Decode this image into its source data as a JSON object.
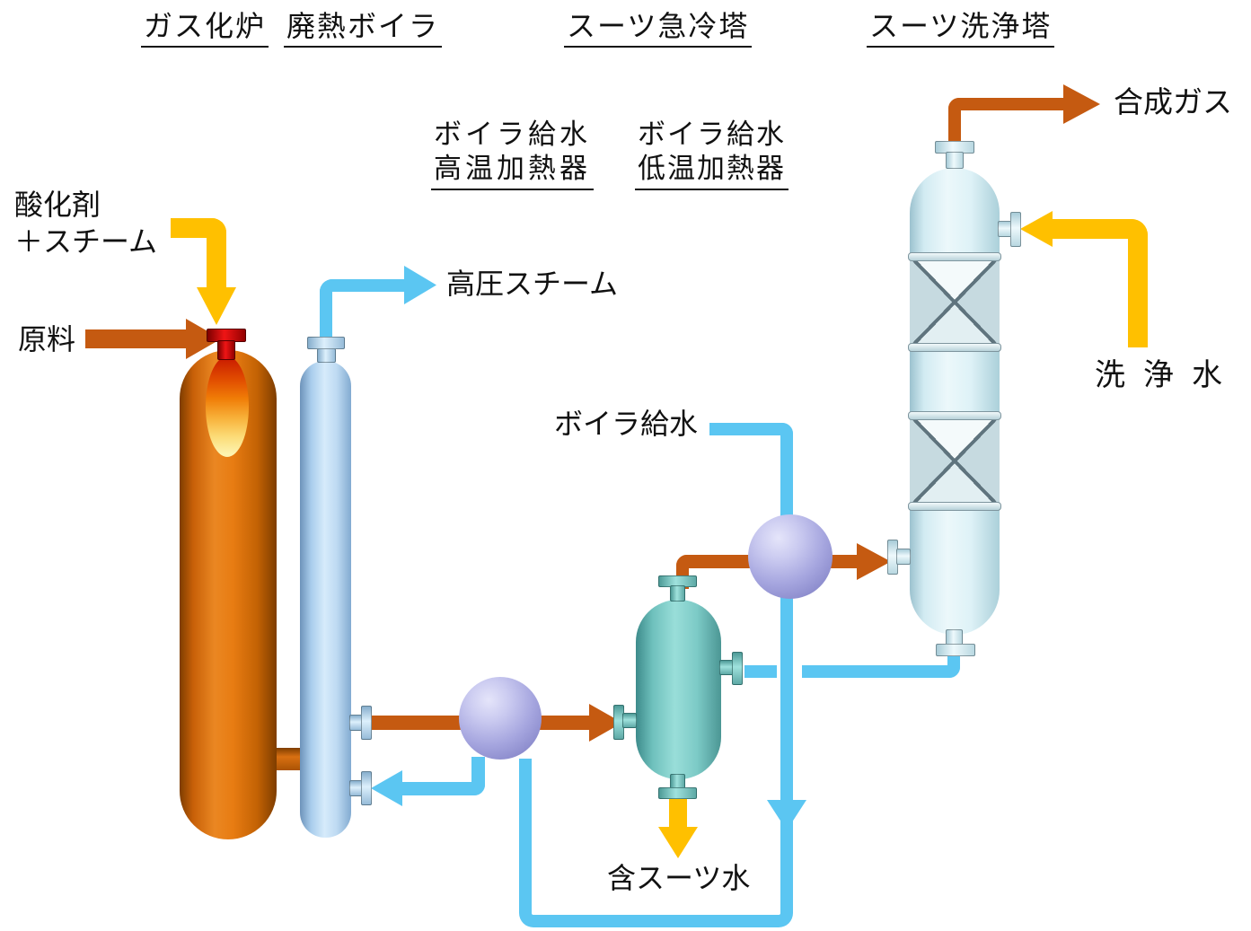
{
  "titles": {
    "gasifier": "ガス化炉",
    "boiler": "廃熱ボイラ",
    "quench": "スーツ急冷塔",
    "wash": "スーツ洗浄塔"
  },
  "heaters": {
    "ht": {
      "line1": "ボイラ給水",
      "line2": "高温加熱器"
    },
    "lt": {
      "line1": "ボイラ給水",
      "line2": "低温加熱器"
    }
  },
  "streams": {
    "oxidant_line1": "酸化剤",
    "oxidant_line2": "＋スチーム",
    "feed": "原料",
    "hp_steam": "高圧スチーム",
    "bfw": "ボイラ給水",
    "syngas": "合成ガス",
    "wash_water": "洗浄水",
    "sooty_water": "含スーツ水"
  },
  "colors": {
    "pipe_gas": "#C55A11",
    "pipe_water": "#5BC6F2",
    "pipe_utility": "#FFC000",
    "vessel_gasifier": "#DD7512",
    "vessel_boiler": "#BCD9F0",
    "vessel_quench": "#79C8C4",
    "vessel_wash": "#DFF1F6",
    "heater_sphere": "#A6A6DF",
    "burner_red": "#D00000",
    "text": "#111111"
  }
}
